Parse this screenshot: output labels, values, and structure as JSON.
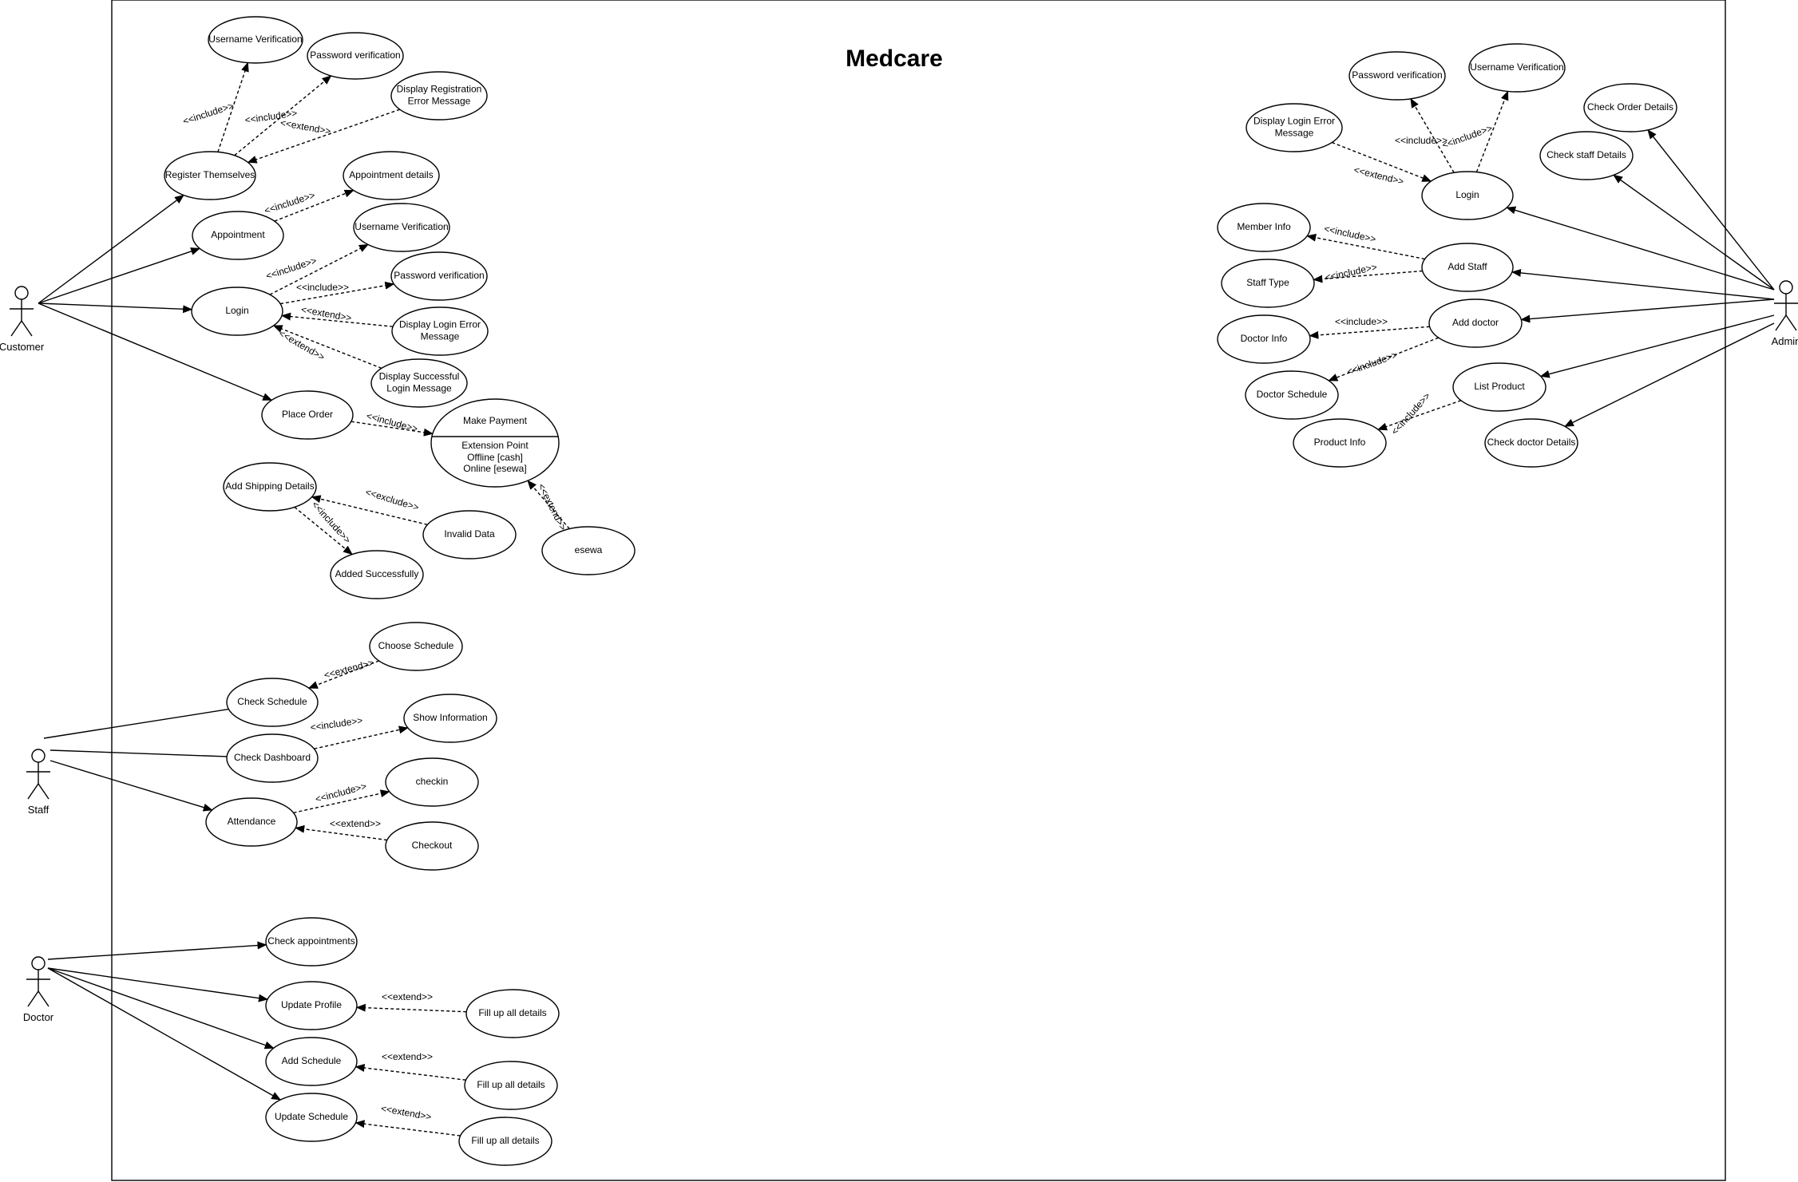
{
  "title": "Medcare",
  "actors": {
    "customer": "Customer",
    "staff": "Staff",
    "doctor": "Doctor",
    "admin": "Admin"
  },
  "use_cases": {
    "c_username_verif": "Username Verification",
    "c_password_verif": "Password verification",
    "c_display_reg_error": "Display Registration|Error Message",
    "c_register": "Register Themselves",
    "c_appointment_details": "Appointment details",
    "c_appointment": "Appointment",
    "c_login_username_verif": "Username Verification",
    "c_login_password_verif": "Password verification",
    "c_login": "Login",
    "c_login_error": "Display Login Error|Message",
    "c_login_success": "Display Successful|Login Message",
    "c_place_order": "Place Order",
    "c_add_shipping": "Add Shipping Details",
    "c_invalid_data": "Invalid Data",
    "c_added_successfully": "Added Successfully",
    "c_esewa": "esewa",
    "s_choose_schedule": "Choose Schedule",
    "s_check_schedule": "Check Schedule",
    "s_show_information": "Show Information",
    "s_check_dashboard": "Check Dashboard",
    "s_checkin": "checkin",
    "s_attendance": "Attendance",
    "s_checkout": "Checkout",
    "d_check_appointments": "Check appointments",
    "d_update_profile": "Update Profile",
    "d_fill1": "Fill up all details",
    "d_add_schedule": "Add Schedule",
    "d_fill2": "Fill up all details",
    "d_update_schedule": "Update Schedule",
    "d_fill3": "Fill up all details",
    "a_password_verif": "Password verification",
    "a_username_verif": "Username Verification",
    "a_check_order": "Check Order Details",
    "a_login_error": "Display Login Error|Message",
    "a_check_staff": "Check staff Details",
    "a_login": "Login",
    "a_member_info": "Member Info",
    "a_add_staff": "Add Staff",
    "a_staff_type": "Staff Type",
    "a_doctor_info": "Doctor Info",
    "a_add_doctor": "Add doctor",
    "a_doctor_schedule": "Doctor Schedule",
    "a_list_product": "List Product",
    "a_product_info": "Product Info",
    "a_check_doctor": "Check doctor Details"
  },
  "make_payment": {
    "name": "Make Payment",
    "ext_heading": "Extension Point",
    "ext_points": [
      "Offline [cash]",
      "Online [esewa]"
    ]
  },
  "relations": [
    {
      "label": "<<include>>"
    },
    {
      "label": "<<include>>"
    },
    {
      "label": "<<extend>>"
    },
    {
      "label": "<<include>>"
    },
    {
      "label": "<<include>>"
    },
    {
      "label": "<<include>>"
    },
    {
      "label": "<<extend>>"
    },
    {
      "label": "<<extend>>"
    },
    {
      "label": "<<include>>"
    },
    {
      "label": "<<exclude>>"
    },
    {
      "label": "<<include>>"
    },
    {
      "label": "<<extend>>"
    },
    {
      "label": "<<extend>>"
    },
    {
      "label": "<<include>>"
    },
    {
      "label": "<<include>>"
    },
    {
      "label": "<<extend>>"
    },
    {
      "label": "<<extend>>"
    },
    {
      "label": "<<extend>>"
    },
    {
      "label": "<<extend>>"
    },
    {
      "label": "<<include>>"
    },
    {
      "label": "<<include>>"
    },
    {
      "label": "<<extend>>"
    },
    {
      "label": "<<include>>"
    },
    {
      "label": "<<include>>"
    },
    {
      "label": "<<include>>"
    },
    {
      "label": "<<include>>"
    },
    {
      "label": "<<include>>"
    }
  ]
}
